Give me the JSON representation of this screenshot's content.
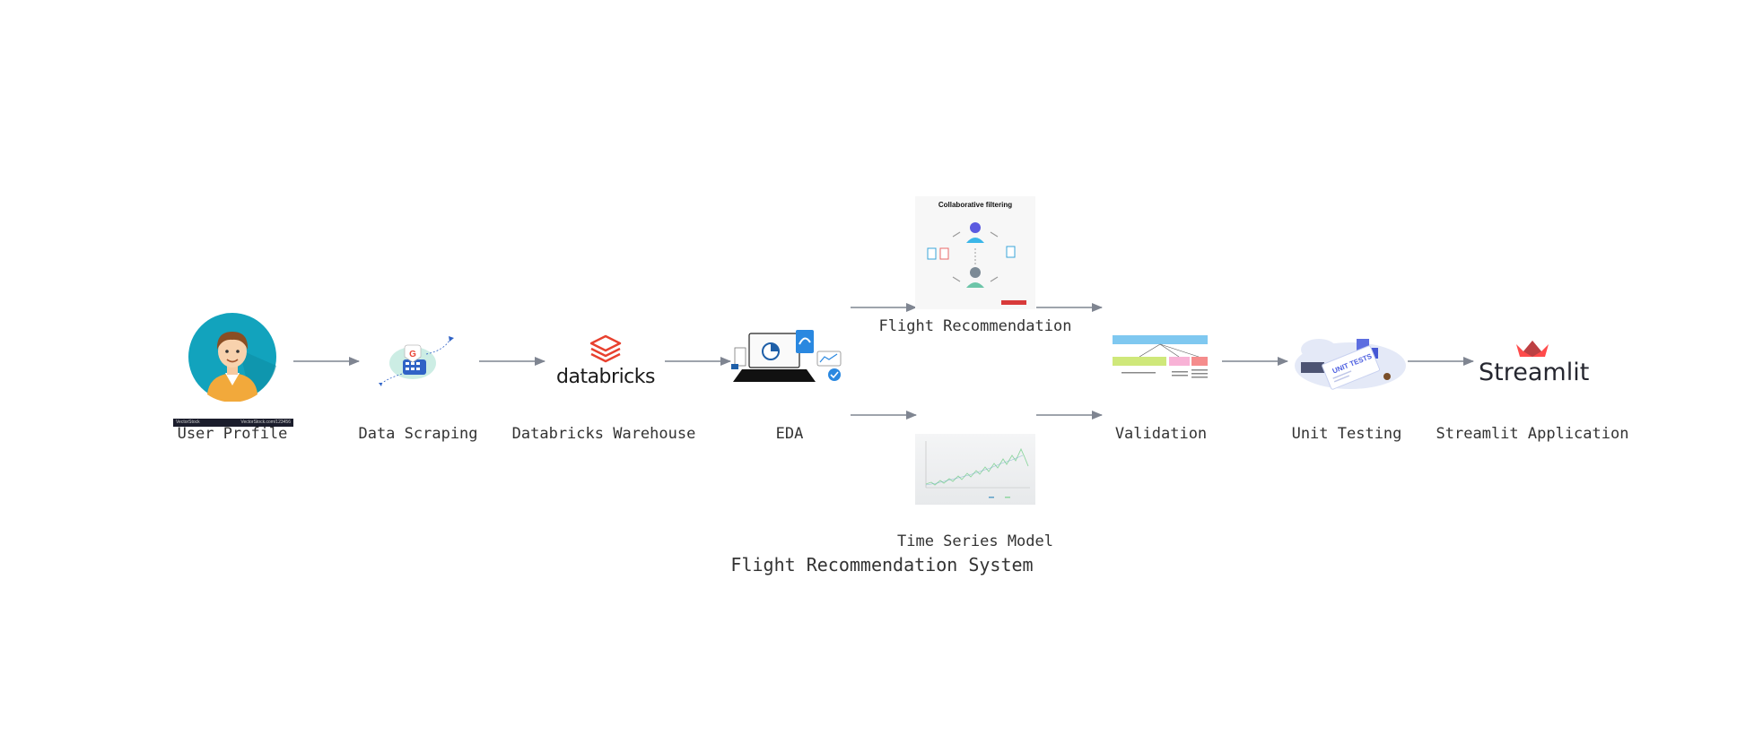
{
  "diagram": {
    "title": "Flight Recommendation System",
    "nodes": [
      {
        "id": "user_profile",
        "label": "User Profile",
        "icon": "user-avatar-icon"
      },
      {
        "id": "data_scraping",
        "label": "Data Scraping",
        "icon": "google-scraping-icon"
      },
      {
        "id": "databricks_warehouse",
        "label": "Databricks Warehouse",
        "icon": "databricks-logo"
      },
      {
        "id": "eda",
        "label": "EDA",
        "icon": "analytics-laptop-icon"
      },
      {
        "id": "flight_recommendation",
        "label": "Flight Recommendation",
        "icon": "collaborative-filtering-image"
      },
      {
        "id": "time_series_model",
        "label": "Time Series Model",
        "icon": "time-series-chart-image"
      },
      {
        "id": "validation",
        "label": "Validation",
        "icon": "data-split-image"
      },
      {
        "id": "unit_testing",
        "label": "Unit Testing",
        "icon": "unit-tests-icon"
      },
      {
        "id": "streamlit_application",
        "label": "Streamlit Application",
        "icon": "streamlit-logo"
      }
    ],
    "edges": [
      [
        "user_profile",
        "data_scraping"
      ],
      [
        "data_scraping",
        "databricks_warehouse"
      ],
      [
        "databricks_warehouse",
        "eda"
      ],
      [
        "eda",
        "flight_recommendation"
      ],
      [
        "eda",
        "time_series_model"
      ],
      [
        "flight_recommendation",
        "validation"
      ],
      [
        "time_series_model",
        "validation"
      ],
      [
        "validation",
        "unit_testing"
      ],
      [
        "unit_testing",
        "streamlit_application"
      ]
    ]
  },
  "logos": {
    "databricks_wordmark": "databricks",
    "streamlit_wordmark": "Streamlit",
    "vectorstock_left": "VectorStock",
    "vectorstock_right": "VectorStock.com/123456"
  },
  "collab_image": {
    "title": "Collaborative filtering"
  },
  "unit_tests_image": {
    "text": "UNIT TESTS"
  },
  "colors": {
    "edge": "#7f8591",
    "text": "#333333",
    "teal": "#12a3bd",
    "databricks_red": "#e8412f",
    "streamlit_red": "#ff4b4b"
  }
}
